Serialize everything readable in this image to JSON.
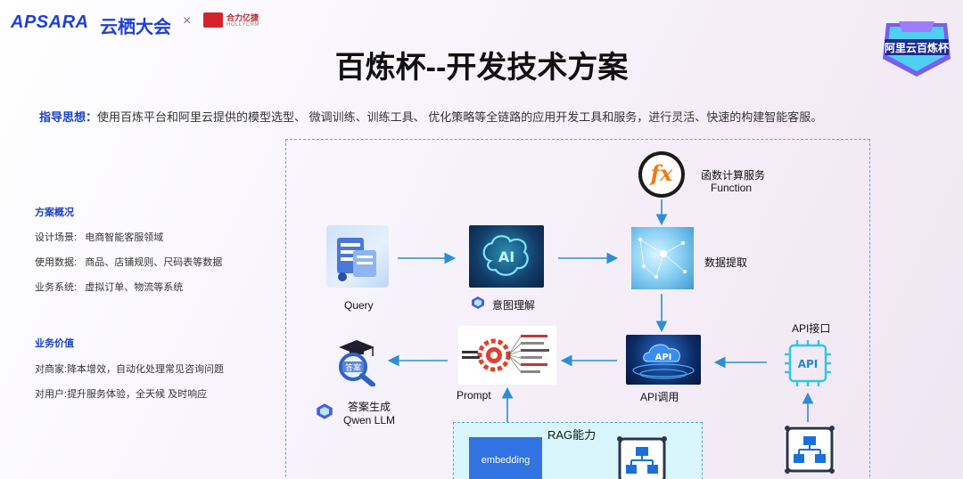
{
  "header": {
    "apsara": "APSARA",
    "yunqi": "云栖大会",
    "cross": "×",
    "partner_cn": "合力亿捷",
    "partner_en": "HOLLYCRM",
    "badge_text": "阿里云百炼杯"
  },
  "title": "百炼杯--开发技术方案",
  "guide": {
    "label": "指导思想：",
    "text": "使用百炼平台和阿里云提供的模型选型、 微调训练、训练工具、 优化策略等全链路的应用开发工具和服务，进行灵活、快速的构建智能客服。"
  },
  "overview": {
    "title": "方案概况",
    "items": [
      {
        "key": "设计场景:",
        "value": "电商智能客服领域"
      },
      {
        "key": "使用数据:",
        "value": "商品、店铺规则、尺码表等数据"
      },
      {
        "key": "业务系统:",
        "value": "虚拟订单、物流等系统"
      }
    ]
  },
  "value": {
    "title": "业务价值",
    "items": [
      {
        "key": "对商家:",
        "value": "降本增效，自动化处理常见咨询问题"
      },
      {
        "key": "对用户:",
        "value": "提升服务体验，全天候 及时响应"
      }
    ]
  },
  "diagram": {
    "fx": "fx",
    "function_cn": "函数计算服务",
    "function_en": "Function",
    "query": "Query",
    "ai_text": "AI",
    "intent": "意图理解",
    "data_extract": "数据提取",
    "api_interface": "API接口",
    "api_icon_text": "API",
    "api_call": "API调用",
    "api_img_text": "API",
    "prompt": "Prompt",
    "answer_badge": "答案",
    "answer_gen": "答案生成",
    "qwen": "Qwen LLM",
    "rag": "RAG能力",
    "embedding": "embedding"
  },
  "colors": {
    "brand_blue": "#1b3fc9",
    "arrow_blue": "#2b8fd6",
    "frame_border": "#5aa6e0",
    "rag_bg": "#d8f6fb",
    "fx_orange": "#f07a12"
  }
}
